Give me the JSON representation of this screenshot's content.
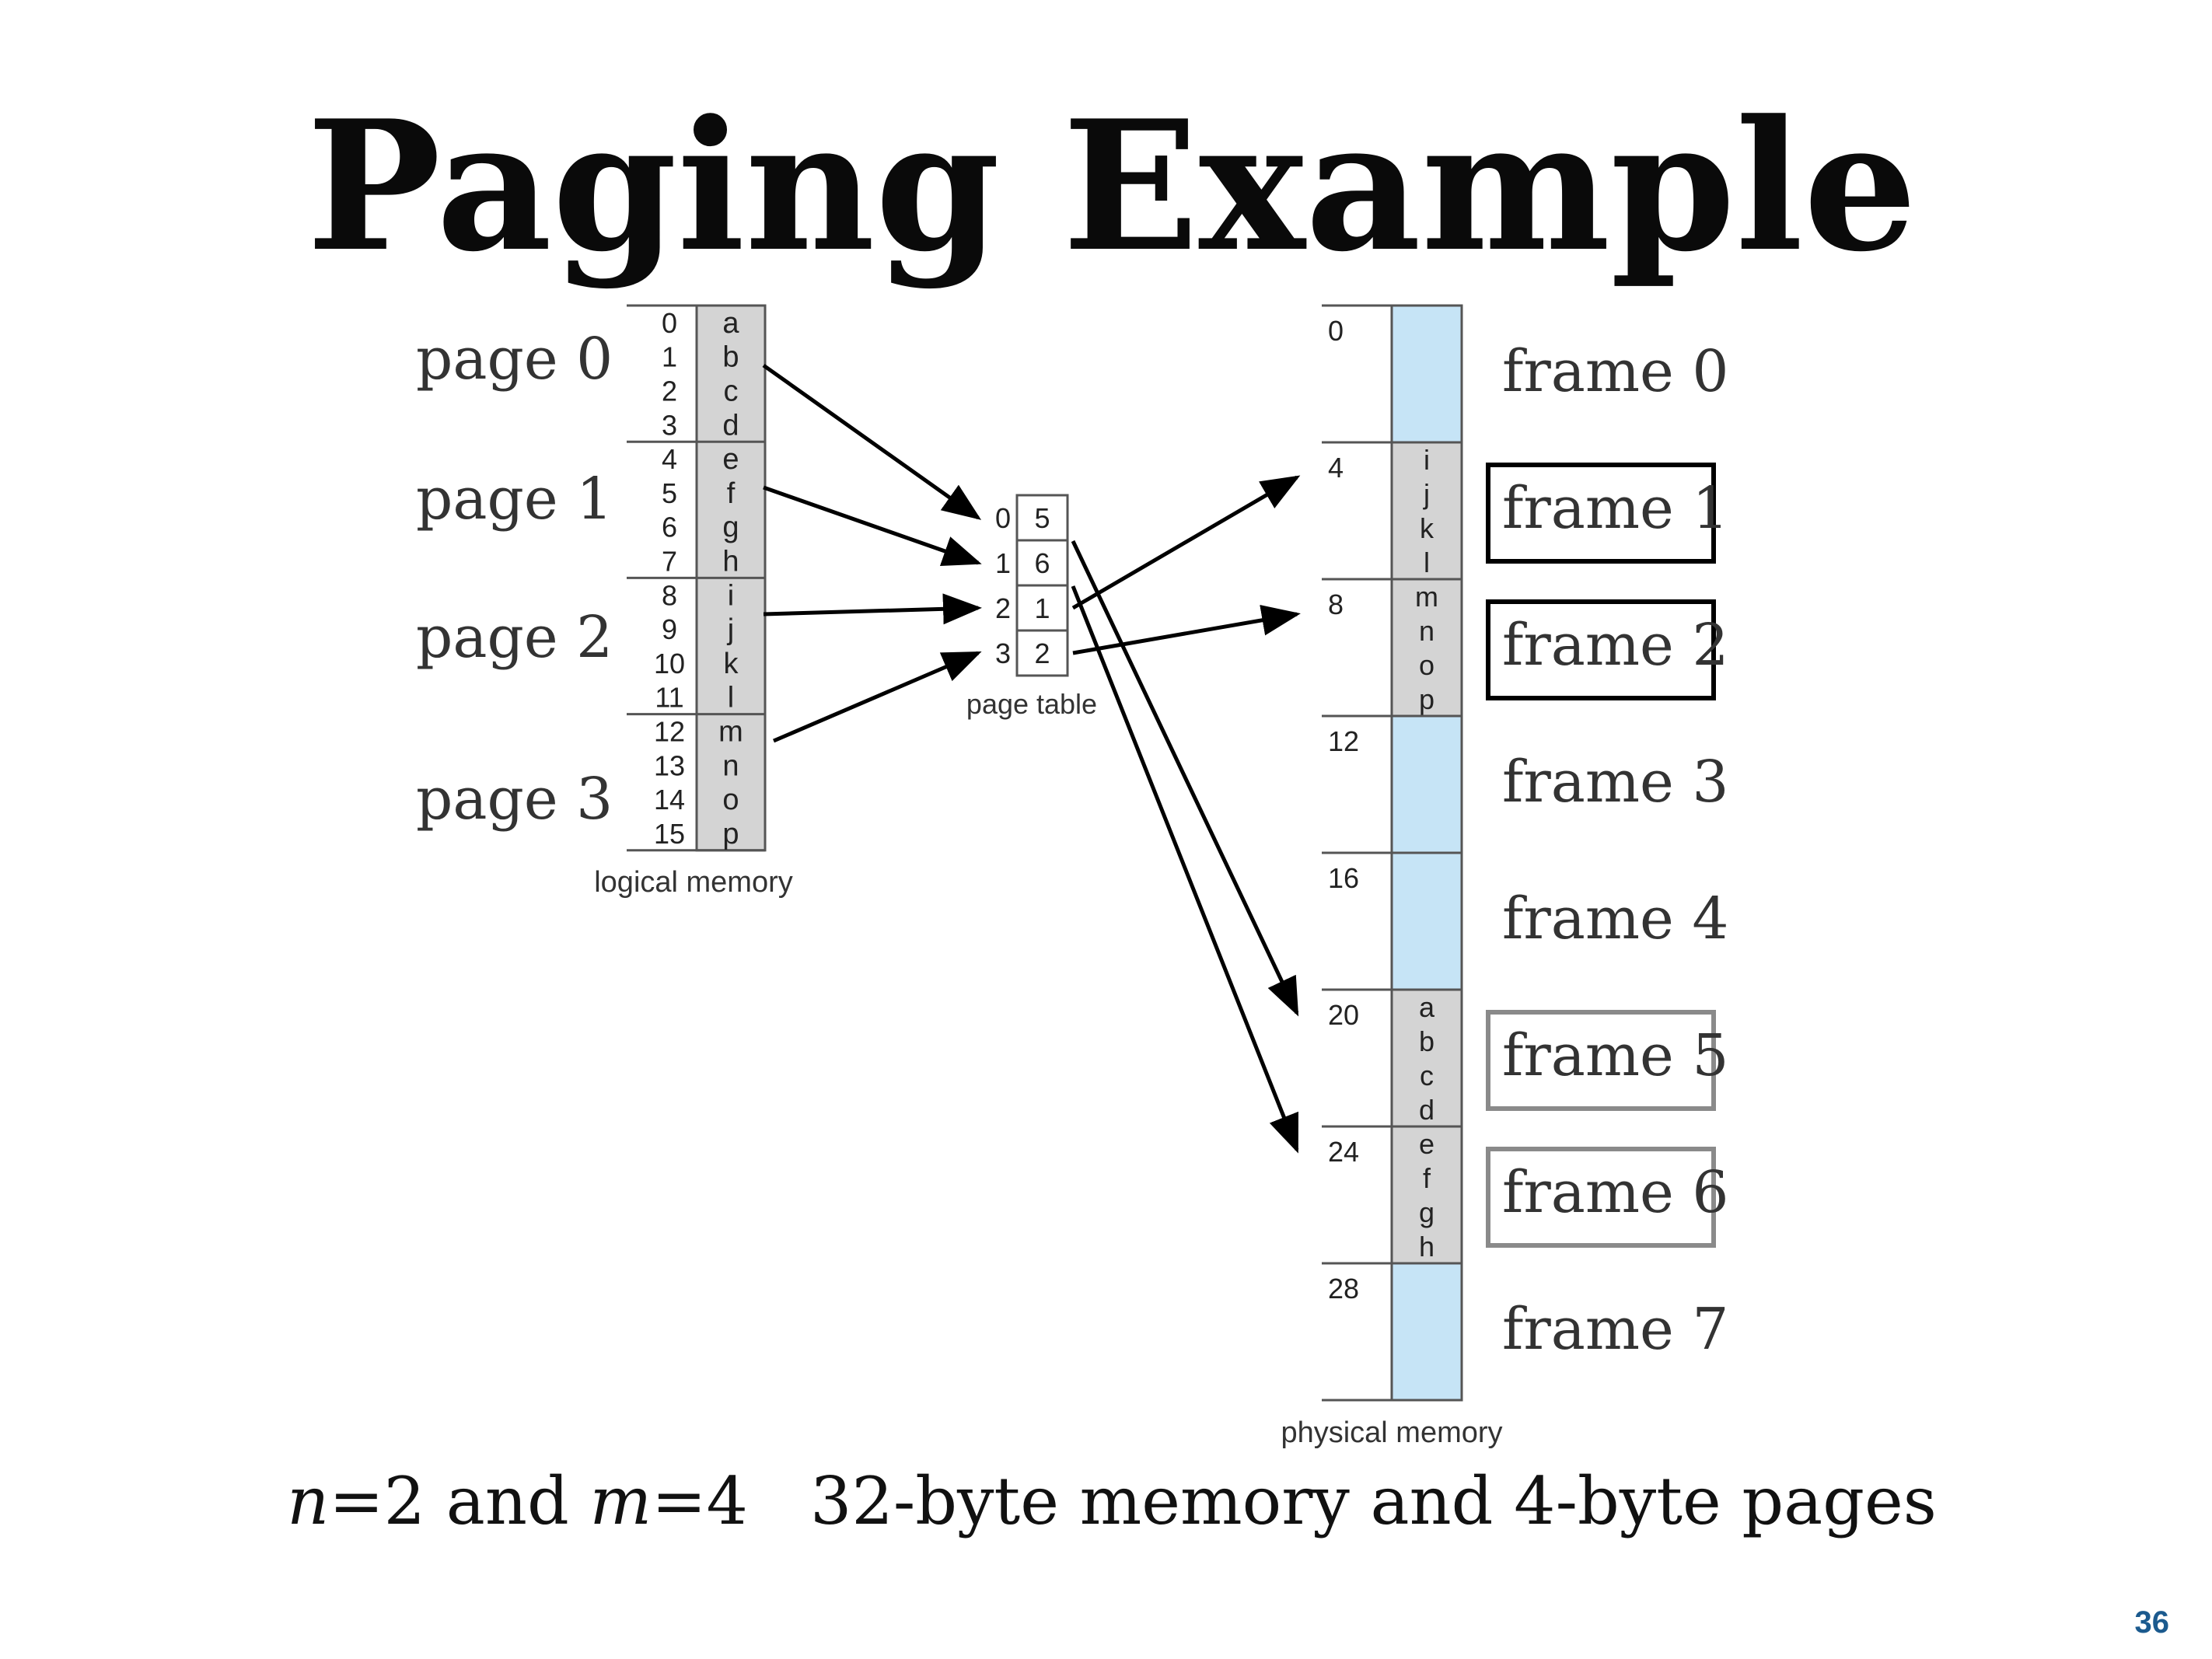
{
  "title": "Paging Example",
  "page_number": "36",
  "caption": {
    "n_var": "n",
    "n_eq": "=2 and ",
    "m_var": "m",
    "m_eq": "=4",
    "rest": "32-byte memory and 4-byte pages"
  },
  "logical_memory": {
    "label": "logical memory",
    "addresses": [
      "0",
      "1",
      "2",
      "3",
      "4",
      "5",
      "6",
      "7",
      "8",
      "9",
      "10",
      "11",
      "12",
      "13",
      "14",
      "15"
    ],
    "contents": [
      "a",
      "b",
      "c",
      "d",
      "e",
      "f",
      "g",
      "h",
      "i",
      "j",
      "k",
      "l",
      "m",
      "n",
      "o",
      "p"
    ],
    "page_labels": [
      "page 0",
      "page 1",
      "page 2",
      "page 3"
    ]
  },
  "page_table": {
    "label": "page table",
    "indices": [
      "0",
      "1",
      "2",
      "3"
    ],
    "frames": [
      "5",
      "6",
      "1",
      "2"
    ]
  },
  "physical_memory": {
    "label": "physical memory",
    "frame_addresses": [
      "0",
      "4",
      "8",
      "12",
      "16",
      "20",
      "24",
      "28"
    ],
    "frame_labels": [
      "frame 0",
      "frame 1",
      "frame 2",
      "frame 3",
      "frame 4",
      "frame 5",
      "frame 6",
      "frame 7"
    ],
    "frame_contents": [
      [],
      [
        "i",
        "j",
        "k",
        "l"
      ],
      [
        "m",
        "n",
        "o",
        "p"
      ],
      [],
      [],
      [
        "a",
        "b",
        "c",
        "d"
      ],
      [
        "e",
        "f",
        "g",
        "h"
      ],
      []
    ],
    "highlighted_frames": [
      1,
      2,
      5,
      6
    ]
  },
  "colors": {
    "used_cell": "#d4d4d4",
    "free_frame": "#c6e4f6",
    "dark_box": "#000000",
    "light_box": "#8a8a8a",
    "page_number": "#1b5a8e"
  }
}
